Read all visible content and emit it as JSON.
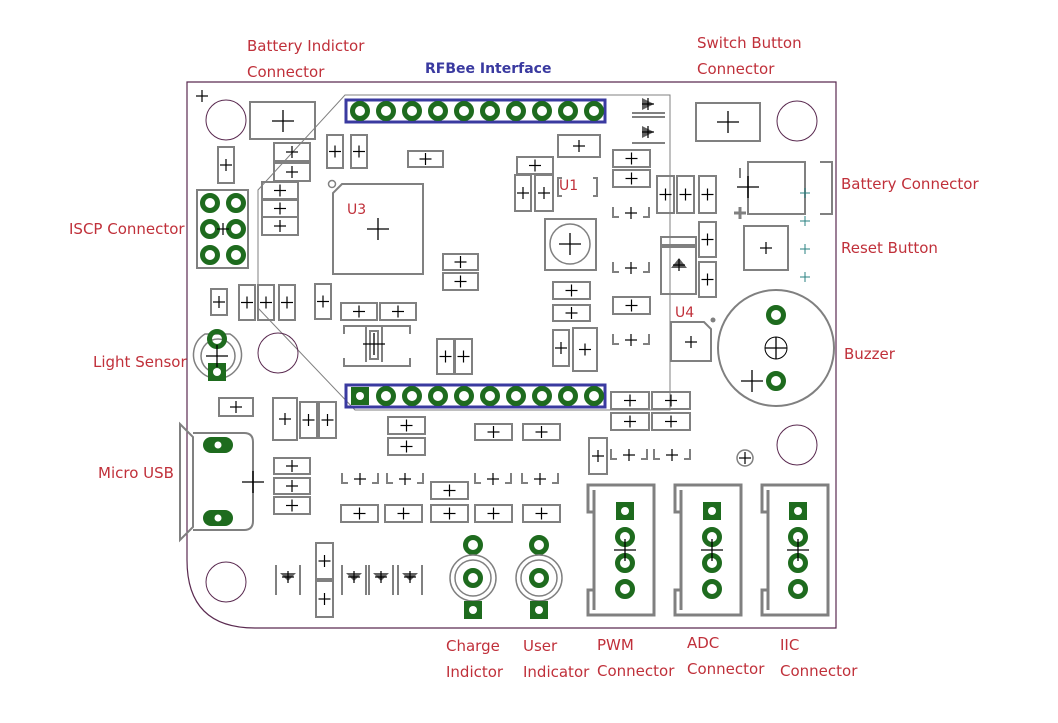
{
  "diagram": {
    "title": "RFBee Interface",
    "colors": {
      "label": "#c0303a",
      "title": "#3a3aa0",
      "outline": "#808080",
      "board_edge": "#5a2a50",
      "pad": "#1e6b1e",
      "header_box": "#3a3aa0"
    },
    "component_designators": [
      "U1",
      "U3",
      "U4"
    ],
    "labels": {
      "battery_indicator": [
        "Battery Indictor",
        "Connector"
      ],
      "switch_button": [
        "Switch Button",
        "Connector"
      ],
      "iscp": [
        "ISCP Connector"
      ],
      "battery_connector": [
        "Battery Connector"
      ],
      "reset_button": [
        "Reset Button"
      ],
      "light_sensor": [
        "Light Sensor"
      ],
      "buzzer": [
        "Buzzer"
      ],
      "micro_usb": [
        "Micro USB"
      ],
      "charge_indicator": [
        "Charge",
        "Indictor"
      ],
      "user_indicator": [
        "User",
        "Indicator"
      ],
      "pwm": [
        "PWM",
        "Connector"
      ],
      "adc": [
        "ADC",
        "Connector"
      ],
      "iic": [
        "IIC",
        "Connector"
      ]
    }
  }
}
